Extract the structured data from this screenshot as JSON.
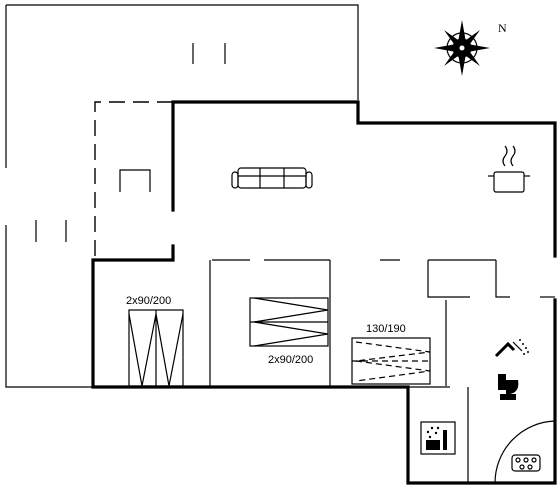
{
  "compass": {
    "north_label": "N"
  },
  "rooms": {
    "bedroom_left": {
      "bed_label": "2x90/200"
    },
    "bedroom_middle": {
      "bed_label": "2x90/200"
    },
    "bedroom_small": {
      "bed_label": "130/190"
    }
  },
  "icons": [
    "compass-rose-icon",
    "sofa-icon",
    "cooking-pot-icon",
    "shower-icon",
    "toilet-icon",
    "sauna-icon",
    "hot-tub-icon"
  ]
}
